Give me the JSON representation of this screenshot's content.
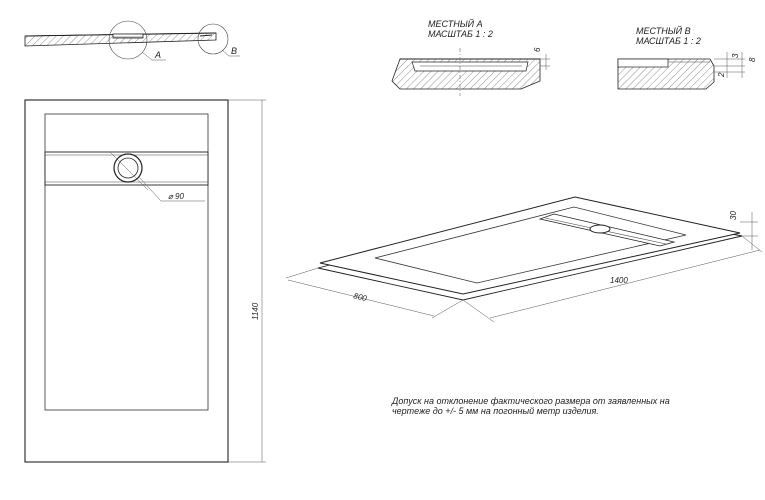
{
  "detail_a": {
    "title": "МЕСТНЫЙ А",
    "scale": "МАСШТАБ 1 : 2",
    "dim_depth": "6"
  },
  "detail_b": {
    "title": "МЕСТНЫЙ В",
    "scale": "МАСШТАБ 1 : 2",
    "dim_8": "8",
    "dim_3": "3",
    "dim_2": "2"
  },
  "section": {
    "callout_a": "A",
    "callout_b": "B"
  },
  "plan": {
    "drain_diameter": "⌀ 90",
    "length_dim": "1140"
  },
  "iso": {
    "width_dim": "800",
    "length_dim": "1400",
    "height_dim": "30"
  },
  "tolerance_note": {
    "line1": "Допуск на отклонение фактического размера от заявленных на",
    "line2": "чертеже до +/- 5 мм на погонный метр изделия."
  }
}
